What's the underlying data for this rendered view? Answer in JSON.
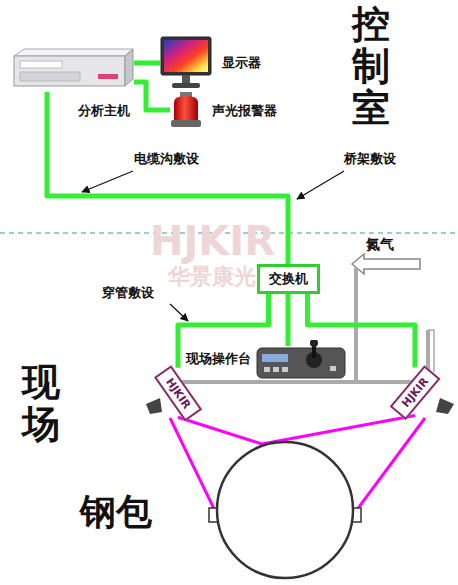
{
  "diagram": {
    "nodes": [
      {
        "text": [
          "分析主机"
        ]
      },
      {
        "text": [
          "显示器"
        ]
      },
      {
        "text": [
          "声光报警器"
        ]
      },
      {
        "text": [
          "交换机"
        ]
      },
      {
        "text": [
          "现场操作台"
        ]
      },
      {
        "text": [
          "HJKIR"
        ]
      },
      {
        "text": [
          "HJKIR"
        ]
      },
      {
        "text": [
          "钢包"
        ]
      }
    ],
    "edges": [
      {
        "from": 0,
        "to": 1,
        "arrow": "none"
      },
      {
        "from": 0,
        "to": 2,
        "arrow": "none"
      },
      {
        "from": 0,
        "to": 3,
        "arrow": "none"
      },
      {
        "from": 3,
        "to": 5,
        "arrow": "none"
      },
      {
        "from": 3,
        "to": 4,
        "arrow": "none"
      },
      {
        "from": 3,
        "to": 6,
        "arrow": "none"
      },
      {
        "from": 5,
        "to": 7,
        "arrow": "none"
      },
      {
        "from": 6,
        "to": 7,
        "arrow": "none"
      }
    ],
    "labels": [
      "控制室",
      "现场",
      "电缆沟敷设",
      "桥架敷设",
      "穿管敷设",
      "氮气",
      "HJKIR",
      "华景康光电"
    ]
  }
}
